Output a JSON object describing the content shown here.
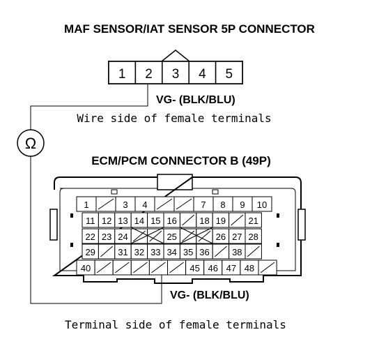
{
  "maf_title": "MAF SENSOR/IAT SENSOR 5P CONNECTOR",
  "maf_pins": [
    "1",
    "2",
    "3",
    "4",
    "5"
  ],
  "maf_wire_label": "VG- (BLK/BLU)",
  "maf_view_caption": "Wire side of female terminals",
  "meter_symbol": "Ω",
  "ecm_title": "ECM/PCM CONNECTOR B (49P)",
  "ecm_rows": [
    [
      "1",
      "",
      "3",
      "4",
      "",
      "",
      "7",
      "8",
      "9",
      "10"
    ],
    [
      "11",
      "12",
      "13",
      "14",
      "15",
      "16",
      "",
      "18",
      "19",
      "",
      "21"
    ],
    [
      "22",
      "23",
      "24",
      "",
      "",
      "25",
      "",
      "",
      "26",
      "27",
      "28"
    ],
    [
      "29",
      "",
      "31",
      "32",
      "33",
      "34",
      "35",
      "36",
      "",
      "38",
      ""
    ],
    [
      "40",
      "",
      "",
      "",
      "",
      "",
      "45",
      "46",
      "47",
      "48",
      ""
    ]
  ],
  "ecm_wire_label": "VG- (BLK/BLU)",
  "ecm_view_caption": "Terminal side of female terminals"
}
